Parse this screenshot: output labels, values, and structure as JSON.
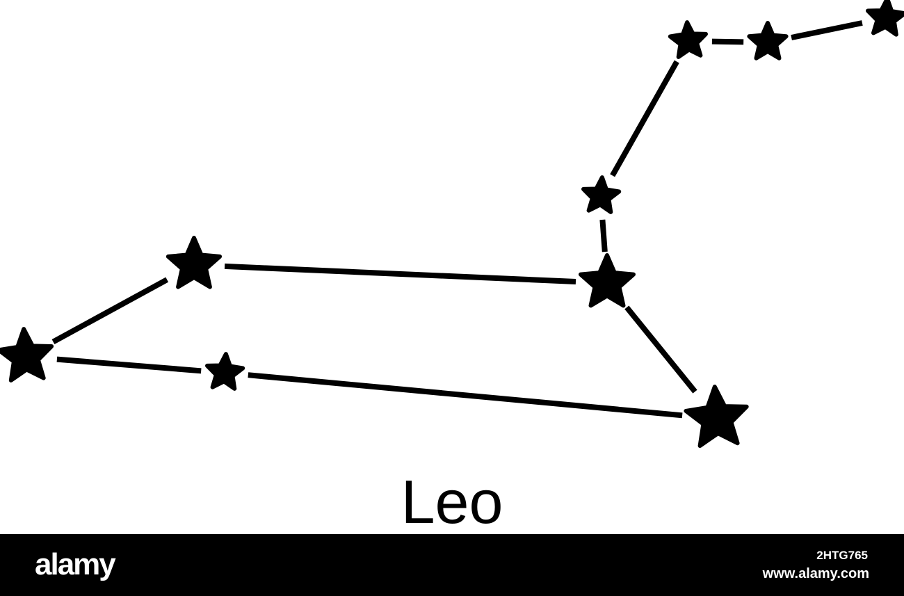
{
  "constellation": {
    "name": "Leo",
    "star_color": "#000000",
    "line_color": "#000000",
    "stars": [
      {
        "id": "tail-star"
      },
      {
        "id": "haunch-star"
      },
      {
        "id": "belly-star"
      },
      {
        "id": "hind-leg-star"
      },
      {
        "id": "chest-star"
      },
      {
        "id": "neck-star"
      },
      {
        "id": "head-star"
      },
      {
        "id": "mane-star"
      },
      {
        "id": "mane-tip-star"
      }
    ],
    "connections": [
      [
        "tail-star",
        "haunch-star"
      ],
      [
        "tail-star",
        "belly-star"
      ],
      [
        "belly-star",
        "hind-leg-star"
      ],
      [
        "haunch-star",
        "chest-star"
      ],
      [
        "chest-star",
        "hind-leg-star"
      ],
      [
        "chest-star",
        "neck-star"
      ],
      [
        "neck-star",
        "head-star"
      ],
      [
        "head-star",
        "mane-star"
      ],
      [
        "mane-star",
        "mane-tip-star"
      ]
    ]
  },
  "footer": {
    "brand": "alamy",
    "image_id": "2HTG765",
    "url": "www.alamy.com",
    "background": "#000000",
    "text_color": "#ffffff"
  }
}
